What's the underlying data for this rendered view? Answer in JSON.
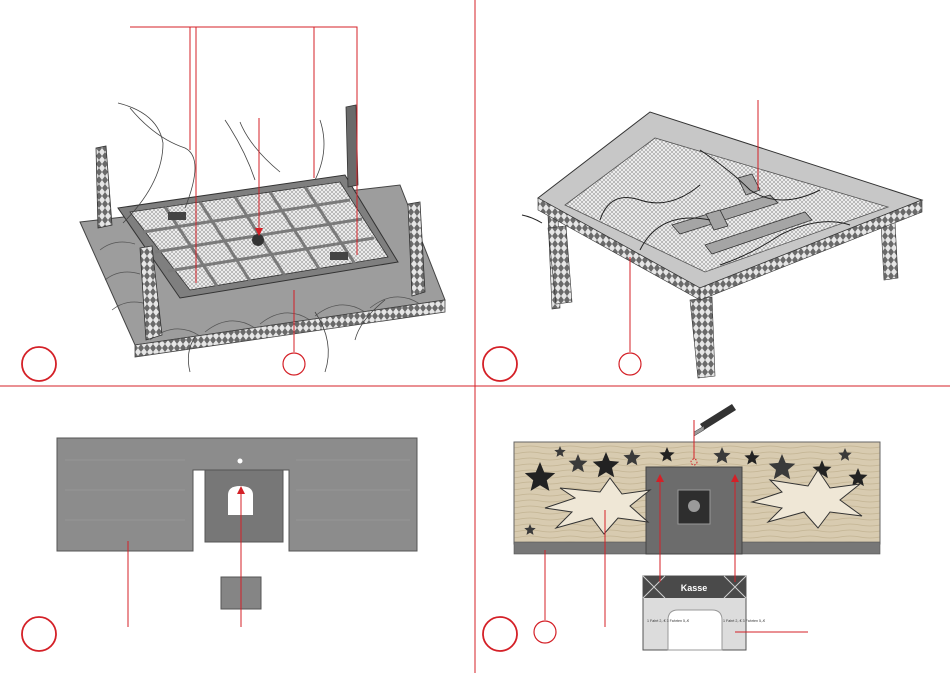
{
  "colors": {
    "accent_red": "#d42027",
    "model_gray": "#8a8a8a",
    "dark_gray": "#555555",
    "panel_stone": "#d9cfbe"
  },
  "panels": [
    {
      "id": "panel-1",
      "description_icon": "diorama-base-with-pylons"
    },
    {
      "id": "panel-2",
      "description_icon": "table-frame-with-wiring"
    },
    {
      "id": "panel-3",
      "description_icon": "gray-wall-panel-with-window-insert"
    },
    {
      "id": "panel-4",
      "description_icon": "star-decorated-facade-with-kiosk"
    }
  ],
  "panel4": {
    "kiosk_sign": "Kasse",
    "ticket_left": "1 Fahrt 2,-€\n3 Fahrten 5,-€",
    "ticket_right": "1 Fahrt 2,-€\n3 Fahrten 5,-€"
  }
}
